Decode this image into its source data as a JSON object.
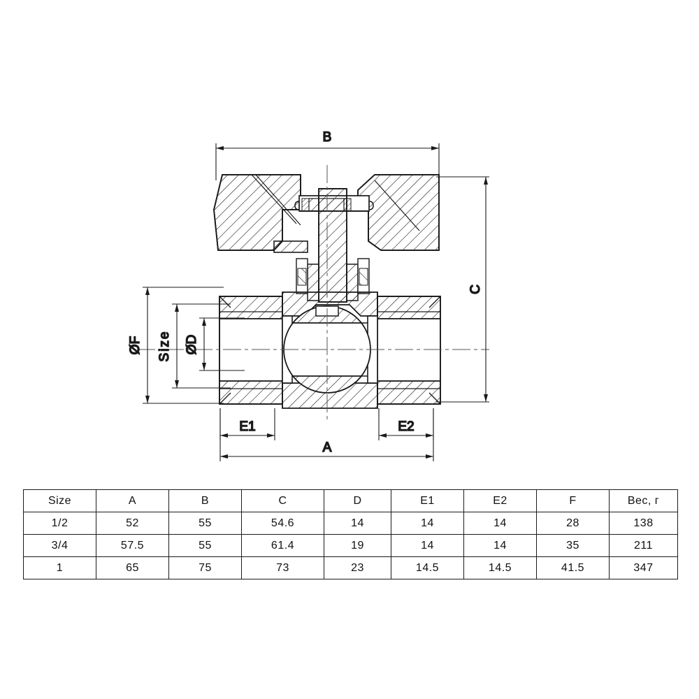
{
  "drawing": {
    "title": "Ball valve sectional assembly drawing",
    "dimension_labels": {
      "b": "B",
      "c": "C",
      "a": "A",
      "e1": "E1",
      "e2": "E2",
      "phi_f": "ØF",
      "size": "Size",
      "phi_d": "ØD"
    },
    "line_color": "#1a1a1a",
    "background": "#ffffff"
  },
  "spec_table": {
    "headers": [
      "Size",
      "A",
      "B",
      "C",
      "D",
      "E1",
      "E2",
      "F",
      "Вес, г"
    ],
    "rows": [
      [
        "1/2",
        "52",
        "55",
        "54.6",
        "14",
        "14",
        "14",
        "28",
        "138"
      ],
      [
        "3/4",
        "57.5",
        "55",
        "61.4",
        "19",
        "14",
        "14",
        "35",
        "211"
      ],
      [
        "1",
        "65",
        "75",
        "73",
        "23",
        "14.5",
        "14.5",
        "41.5",
        "347"
      ]
    ]
  }
}
